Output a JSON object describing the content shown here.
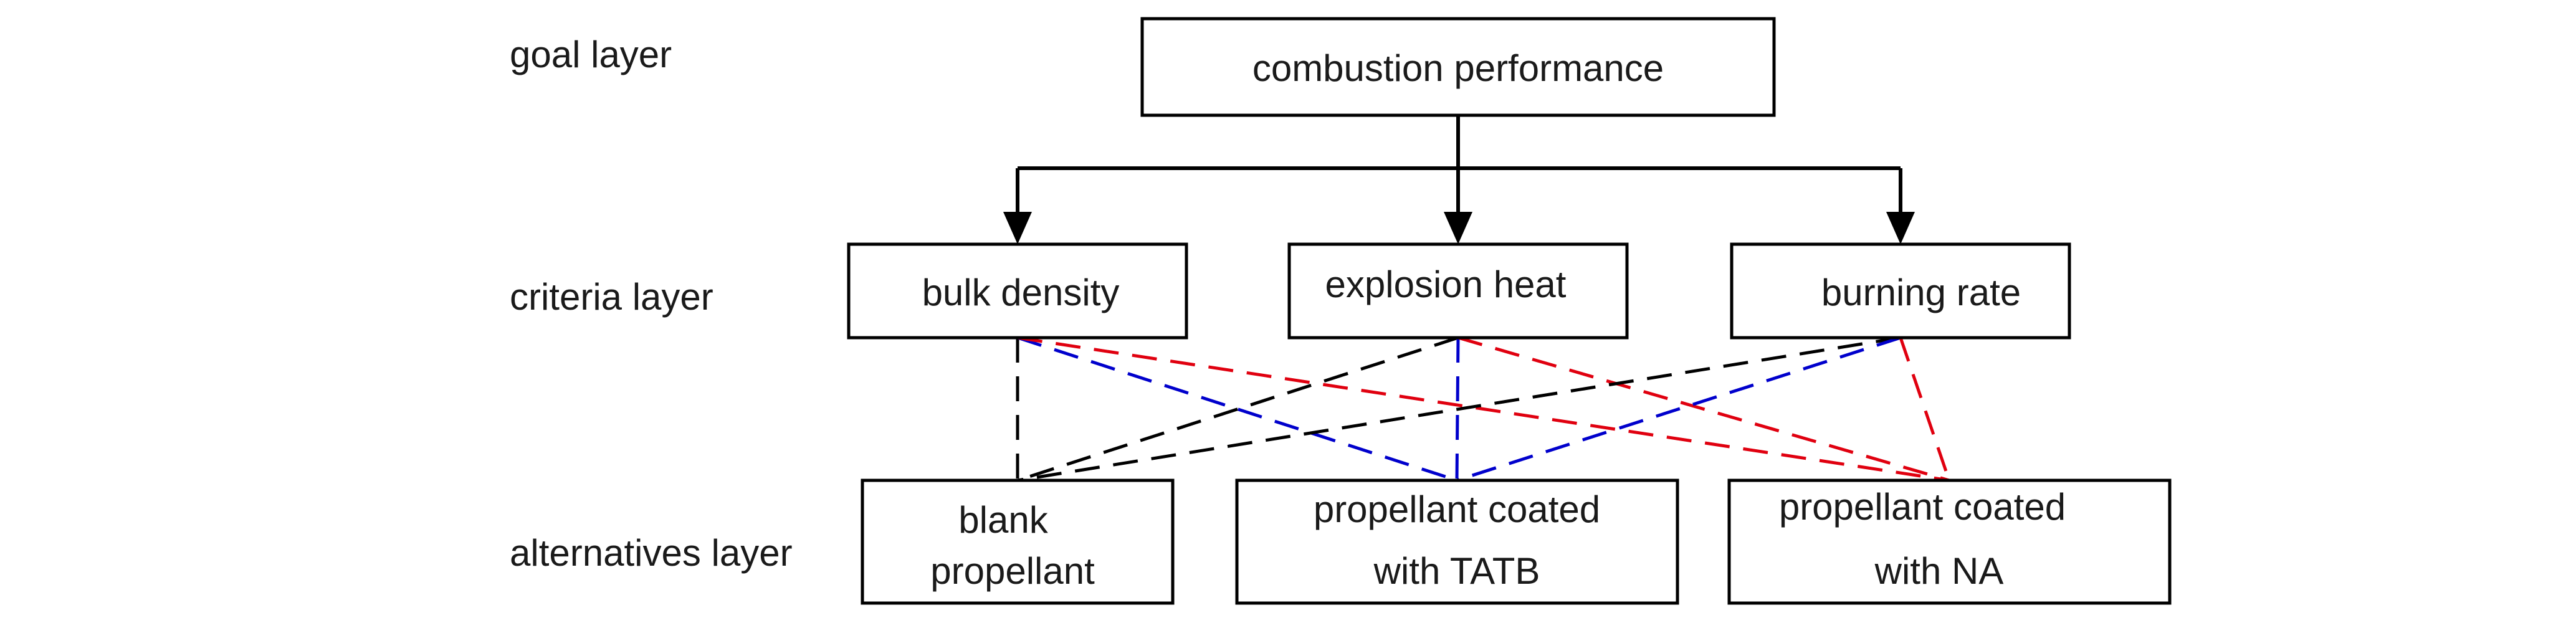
{
  "layers": {
    "goal": "goal layer",
    "criteria": "criteria layer",
    "alternatives": "alternatives layer"
  },
  "goal": {
    "label": "combustion performance"
  },
  "criteria": [
    {
      "id": "bulk-density",
      "label": "bulk density"
    },
    {
      "id": "explosion-heat",
      "label": "explosion heat"
    },
    {
      "id": "burning-rate",
      "label": "burning rate"
    }
  ],
  "alternatives": [
    {
      "id": "blank-propellant",
      "lines": [
        "blank",
        "propellant"
      ]
    },
    {
      "id": "propellant-coated-tatb",
      "lines": [
        "propellant coated",
        "with TATB"
      ]
    },
    {
      "id": "propellant-coated-na",
      "lines": [
        "propellant coated",
        "with NA"
      ]
    }
  ],
  "connection_colors": {
    "tree": "#000000",
    "black": "#000000",
    "blue": "#0000cc",
    "red": "#e0000f"
  },
  "connections": [
    {
      "from": "bulk-density",
      "to": "blank-propellant",
      "color": "black"
    },
    {
      "from": "bulk-density",
      "to": "propellant-coated-tatb",
      "color": "blue"
    },
    {
      "from": "bulk-density",
      "to": "propellant-coated-na",
      "color": "red"
    },
    {
      "from": "explosion-heat",
      "to": "blank-propellant",
      "color": "black"
    },
    {
      "from": "explosion-heat",
      "to": "propellant-coated-tatb",
      "color": "blue"
    },
    {
      "from": "explosion-heat",
      "to": "propellant-coated-na",
      "color": "red"
    },
    {
      "from": "burning-rate",
      "to": "blank-propellant",
      "color": "black"
    },
    {
      "from": "burning-rate",
      "to": "propellant-coated-tatb",
      "color": "blue"
    },
    {
      "from": "burning-rate",
      "to": "propellant-coated-na",
      "color": "red"
    }
  ]
}
